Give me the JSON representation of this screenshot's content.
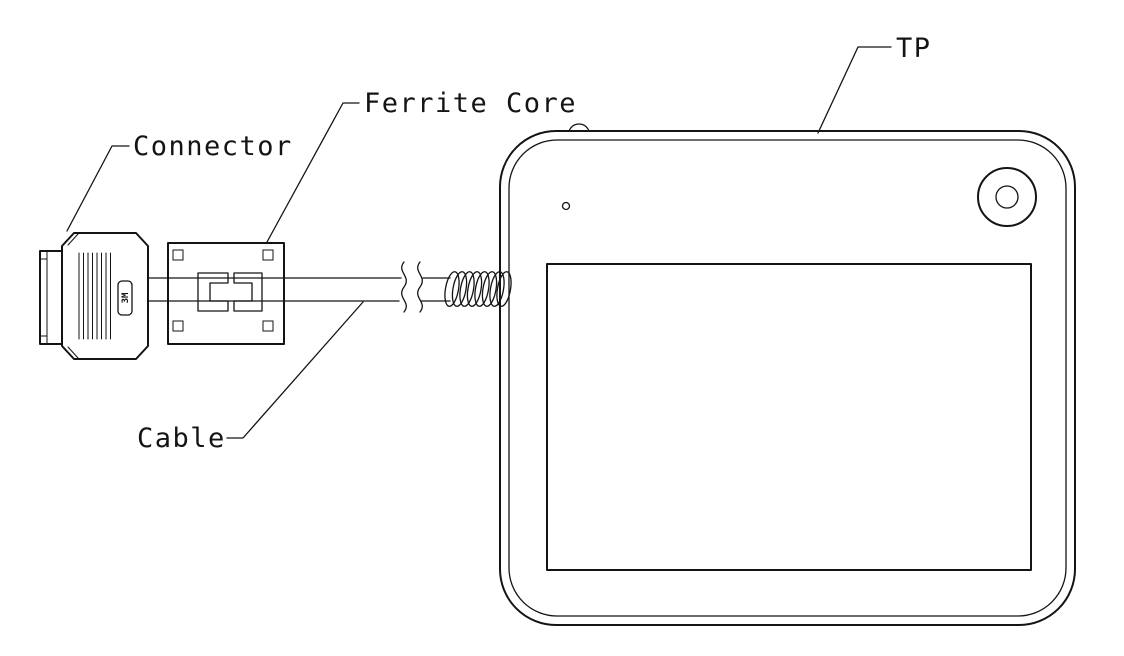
{
  "diagram": {
    "type": "technical-line-drawing",
    "labels": {
      "connector": "Connector",
      "ferrite_core": "Ferrite Core",
      "cable": "Cable",
      "tp": "TP"
    },
    "connector_badge_text": "3M",
    "colors": {
      "line": "#141414",
      "background": "#ffffff"
    }
  }
}
